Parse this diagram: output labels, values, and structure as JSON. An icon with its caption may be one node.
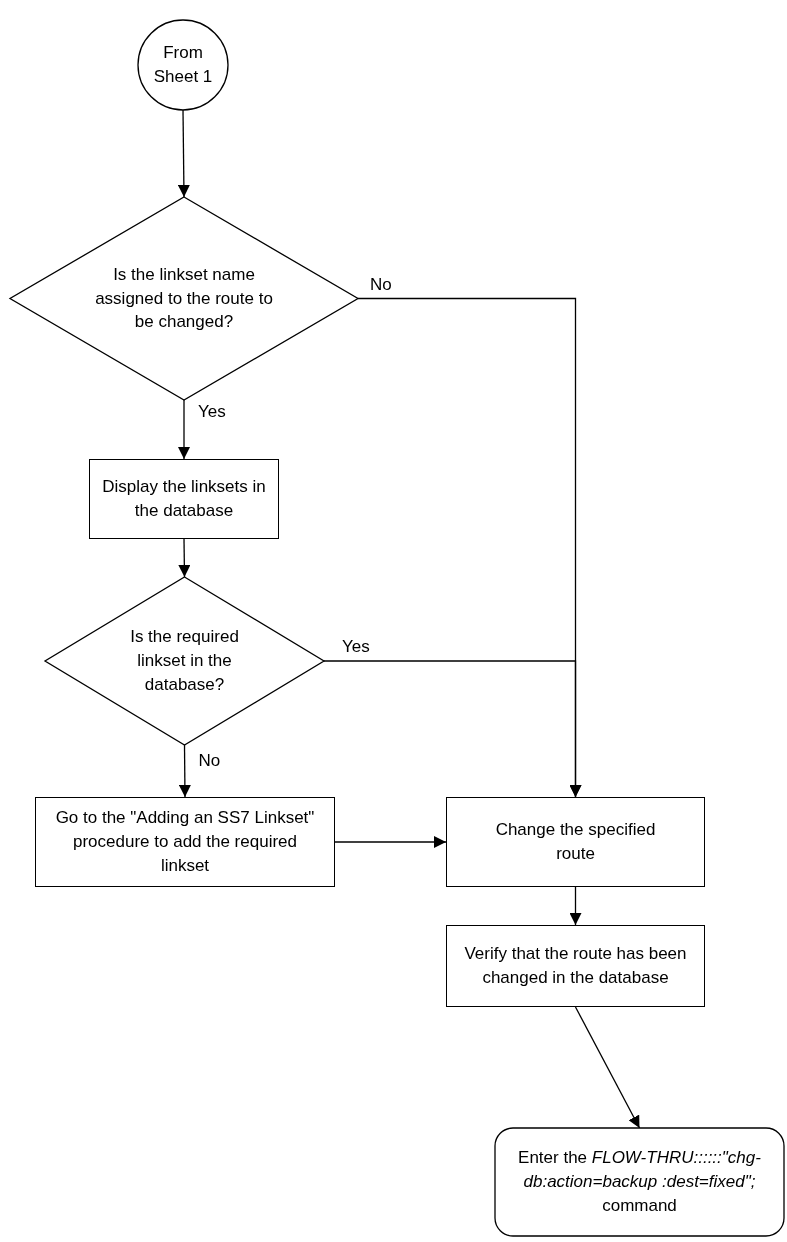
{
  "diagram": {
    "nodes": [
      {
        "text": [
          "From Sheet 1"
        ]
      },
      {
        "text": [
          "Is the linkset name assigned to the route to be changed?"
        ]
      },
      {
        "text": [
          "Display the linksets in the database"
        ]
      },
      {
        "text": [
          "Is the required linkset in the database?"
        ]
      },
      {
        "text": [
          "Go to the \"Adding an SS7 Linkset\" procedure to add the required linkset"
        ]
      },
      {
        "text": [
          "Change the specified route"
        ]
      },
      {
        "text": [
          "Verify that the route has been changed in the database"
        ]
      },
      {
        "text": [
          "Enter the *FLOW-THRU::::::\"chg-db:action=backup :dest=fixed\";* command"
        ]
      }
    ],
    "edges": [
      {
        "from": 0,
        "to": 1,
        "arrow": "to"
      },
      {
        "from": 1,
        "to": 5,
        "arrow": "to",
        "label": "No"
      },
      {
        "from": 1,
        "to": 2,
        "arrow": "to",
        "label": "Yes"
      },
      {
        "from": 2,
        "to": 3,
        "arrow": "to"
      },
      {
        "from": 3,
        "to": 5,
        "arrow": "to",
        "label": "Yes"
      },
      {
        "from": 3,
        "to": 4,
        "arrow": "to",
        "label": "No"
      },
      {
        "from": 4,
        "to": 5,
        "arrow": "to"
      },
      {
        "from": 5,
        "to": 6,
        "arrow": "to"
      },
      {
        "from": 6,
        "to": 7,
        "arrow": "to"
      }
    ]
  }
}
